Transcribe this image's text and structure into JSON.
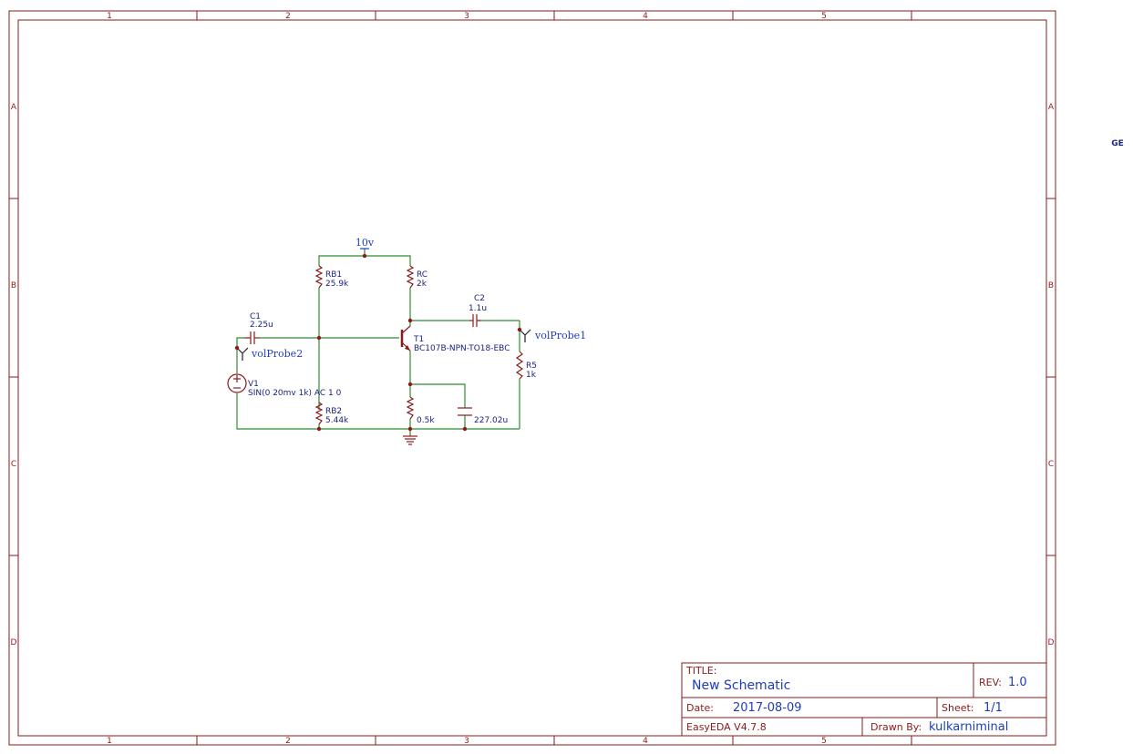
{
  "columns": [
    "1",
    "2",
    "3",
    "4",
    "5"
  ],
  "rows": [
    "A",
    "B",
    "C",
    "D"
  ],
  "net_label": "10v",
  "probes": {
    "probe1": "volProbe1",
    "probe2": "volProbe2"
  },
  "components": {
    "rb1": {
      "ref": "RB1",
      "value": "25.9k"
    },
    "rc": {
      "ref": "RC",
      "value": "2k"
    },
    "c1": {
      "ref": "C1",
      "value": "2.25u"
    },
    "c2": {
      "ref": "C2",
      "value": "1.1u"
    },
    "t1": {
      "ref": "T1",
      "value": "BC107B-NPN-TO18-EBC"
    },
    "v1": {
      "ref": "V1",
      "value": "SIN(0 20mv 1k) AC 1 0"
    },
    "rb2": {
      "ref": "RB2",
      "value": "5.44k"
    },
    "re": {
      "value": "0.5k"
    },
    "ce": {
      "value": "227.02u"
    },
    "r5": {
      "ref": "R5",
      "value": "1k"
    }
  },
  "title_block": {
    "title_label": "TITLE:",
    "title": "New Schematic",
    "rev_label": "REV:",
    "rev": "1.0",
    "date_label": "Date:",
    "date": "2017-08-09",
    "sheet_label": "Sheet:",
    "sheet": "1/1",
    "tool": "EasyEDA V4.7.8",
    "drawn_label": "Drawn By:",
    "drawn_by": "kulkarniminal"
  },
  "side_note": "GE",
  "colors": {
    "frame": "#8b1a1a",
    "wire": "#2e8b2e",
    "text_blue": "#1f3cbf"
  }
}
